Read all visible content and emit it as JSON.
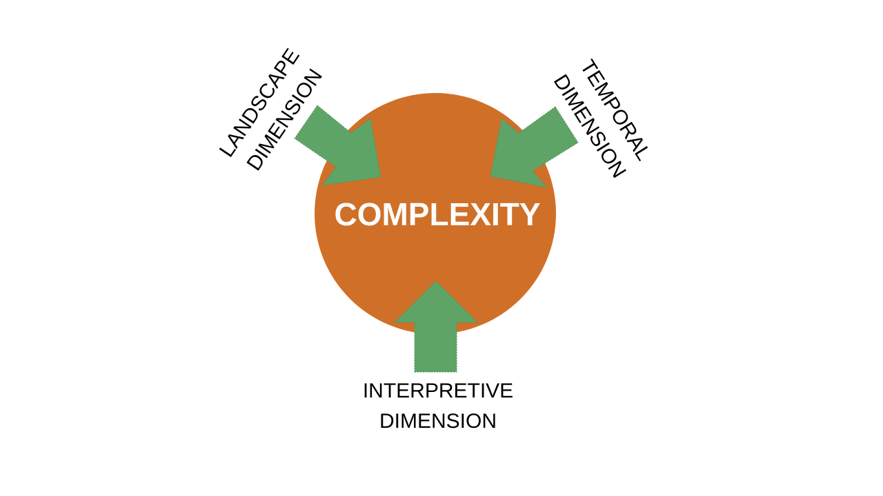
{
  "center": {
    "label": "COMPLEXITY",
    "color": "#D07028"
  },
  "arrow_color": "#5FA467",
  "dimensions": {
    "landscape": {
      "line1": "LANDSCAPE",
      "line2": "DIMENSION"
    },
    "temporal": {
      "line1": "TEMPORAL",
      "line2": "DIMENSION"
    },
    "interpretive": {
      "line1": "INTERPRETIVE",
      "line2": "DIMENSION"
    }
  }
}
